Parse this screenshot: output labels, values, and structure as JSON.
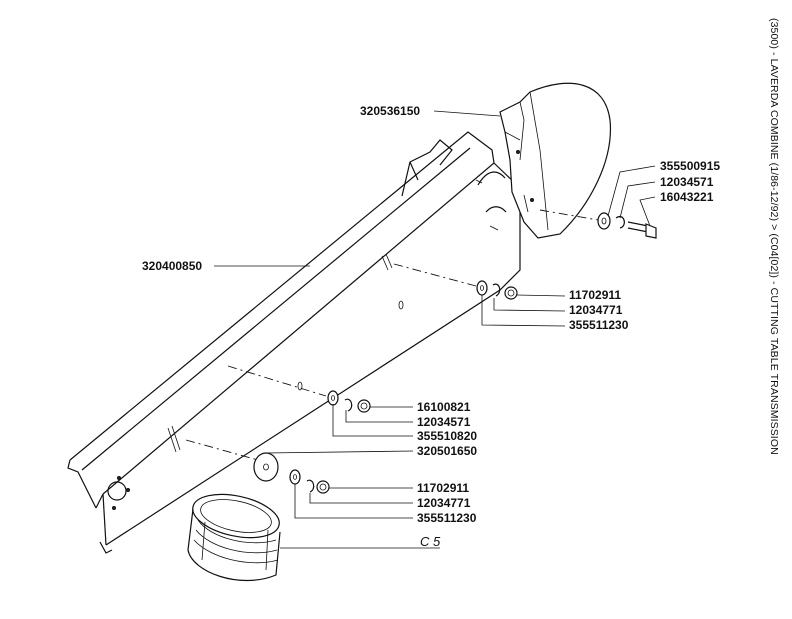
{
  "document": {
    "side_title": "(3500) - LAVERDA COMBINE (1/86-12/92) > (C04[02]) - CUTTING TABLE TRANSMISSION"
  },
  "labels": {
    "p320536150": "320536150",
    "p355500915": "355500915",
    "p12034571_top": "12034571",
    "p16043221": "16043221",
    "p320400850": "320400850",
    "p11702911_upper": "11702911",
    "p12034771_upper": "12034771",
    "p355511230_upper": "355511230",
    "p16100821": "16100821",
    "p12034571_mid": "12034571",
    "p355510820": "355510820",
    "p320501650": "320501650",
    "p11702911_lower": "11702911",
    "p12034771_lower": "12034771",
    "p355511230_lower": "355511230",
    "ref_c5": "C 5"
  }
}
